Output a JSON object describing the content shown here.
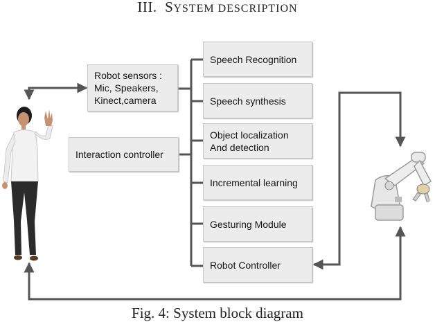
{
  "section_heading": {
    "numeral": "III.",
    "title_first": "S",
    "title_rest": "YSTEM DESCRIPTION"
  },
  "sensors_box": {
    "lines": [
      "Robot sensors :",
      "Mic, Speakers,",
      "Kinect,camera"
    ]
  },
  "controller_box": {
    "label": "Interaction controller"
  },
  "modules": [
    {
      "lines": [
        "Speech Recognition"
      ]
    },
    {
      "lines": [
        "Speech synthesis"
      ]
    },
    {
      "lines": [
        "Object localization",
        "And detection"
      ]
    },
    {
      "lines": [
        "Incremental learning"
      ]
    },
    {
      "lines": [
        "Gesturing Module"
      ]
    },
    {
      "lines": [
        "Robot Controller"
      ]
    }
  ],
  "caption": "Fig. 4: System block diagram",
  "colors": {
    "line": "#555555",
    "box_fill": "#ececec",
    "box_border": "#c7c7c7"
  },
  "figures": {
    "person": "standing-person-waving-illustration",
    "robot": "robotic-arm-illustration"
  }
}
